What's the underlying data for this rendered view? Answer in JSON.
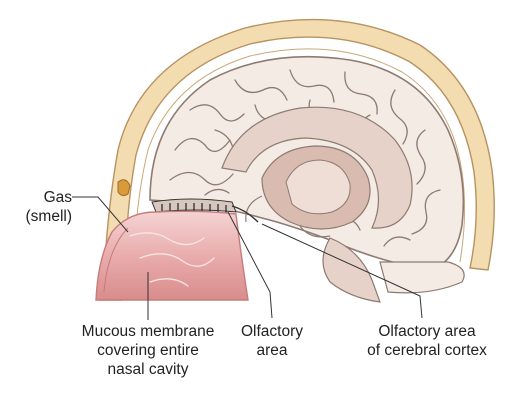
{
  "labels": {
    "gas": [
      "Gas",
      "(smell)"
    ],
    "mucous": [
      "Mucous membrane",
      "covering entire",
      "nasal cavity"
    ],
    "olfactory_area": [
      "Olfactory",
      "area"
    ],
    "olfactory_cortex": [
      "Olfactory area",
      "of cerebral cortex"
    ]
  },
  "colors": {
    "skull": "#f2dcb0",
    "skull_outline": "#b89260",
    "brain": "#f3ebe4",
    "brain_fold": "#8d7b72",
    "inner": "#e6d2c8",
    "thalamus": "#d9bcaf",
    "nasal": "#e8a9a9",
    "nasal_outline": "#c77b7b",
    "leader": "#333333"
  }
}
